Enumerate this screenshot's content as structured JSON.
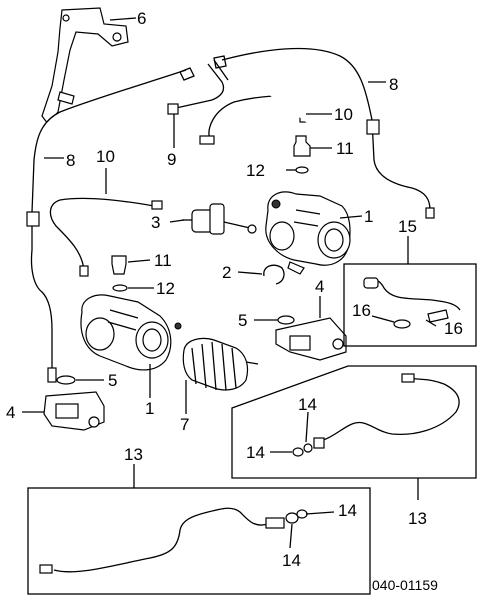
{
  "diagram": {
    "callouts": {
      "c6": "6",
      "c8a": "8",
      "c8b": "8",
      "c9": "9",
      "c10a": "10",
      "c10b": "10",
      "c11a": "11",
      "c11b": "11",
      "c12a": "12",
      "c12b": "12",
      "c1a": "1",
      "c1b": "1",
      "c2": "2",
      "c3": "3",
      "c4a": "4",
      "c4b": "4",
      "c5a": "5",
      "c5b": "5",
      "c7": "7",
      "c13a": "13",
      "c13b": "13",
      "c14a": "14",
      "c14b": "14",
      "c14c": "14",
      "c14d": "14",
      "c15": "15",
      "c16a": "16",
      "c16b": "16"
    },
    "diagram_code": "040-01159"
  }
}
